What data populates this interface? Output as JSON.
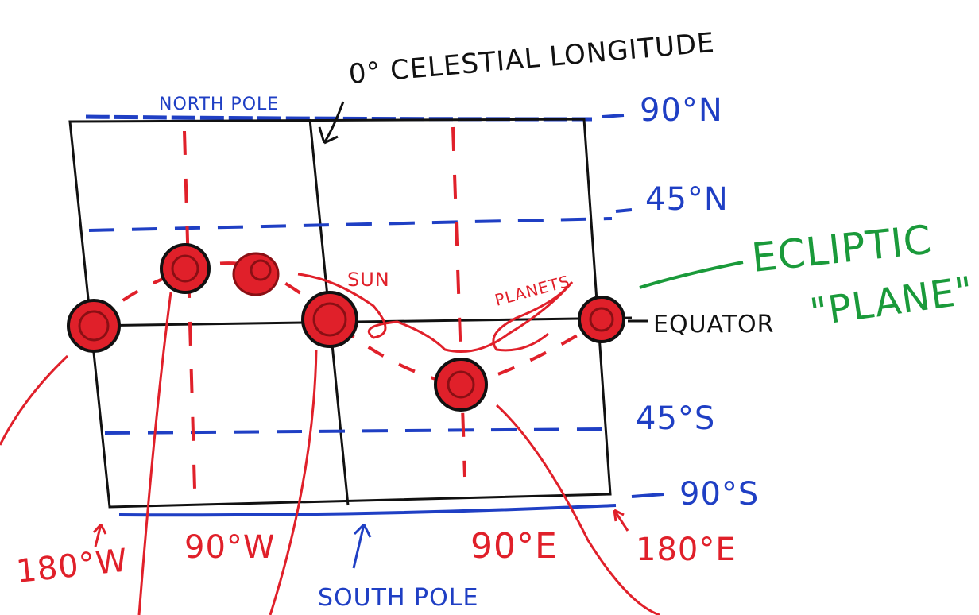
{
  "labels": {
    "celestial_longitude": "0° CELESTIAL LONGITUDE",
    "north_pole": "NORTH POLE",
    "south_pole": "SOUTH POLE",
    "lat_90n": "90°N",
    "lat_45n": "45°N",
    "lat_45s": "45°S",
    "lat_90s": "90°S",
    "equator": "EQUATOR",
    "ecliptic": "ECLIPTIC",
    "plane": "\"PLANE\"",
    "sun": "SUN",
    "planets": "PLANETS",
    "lon_180w": "180°W",
    "lon_90w": "90°W",
    "lon_90e": "90°E",
    "lon_180e": "180°E"
  },
  "colors": {
    "ink": "#111111",
    "blue": "#1f3fc4",
    "red": "#e0202a",
    "green": "#1a9a3a"
  }
}
